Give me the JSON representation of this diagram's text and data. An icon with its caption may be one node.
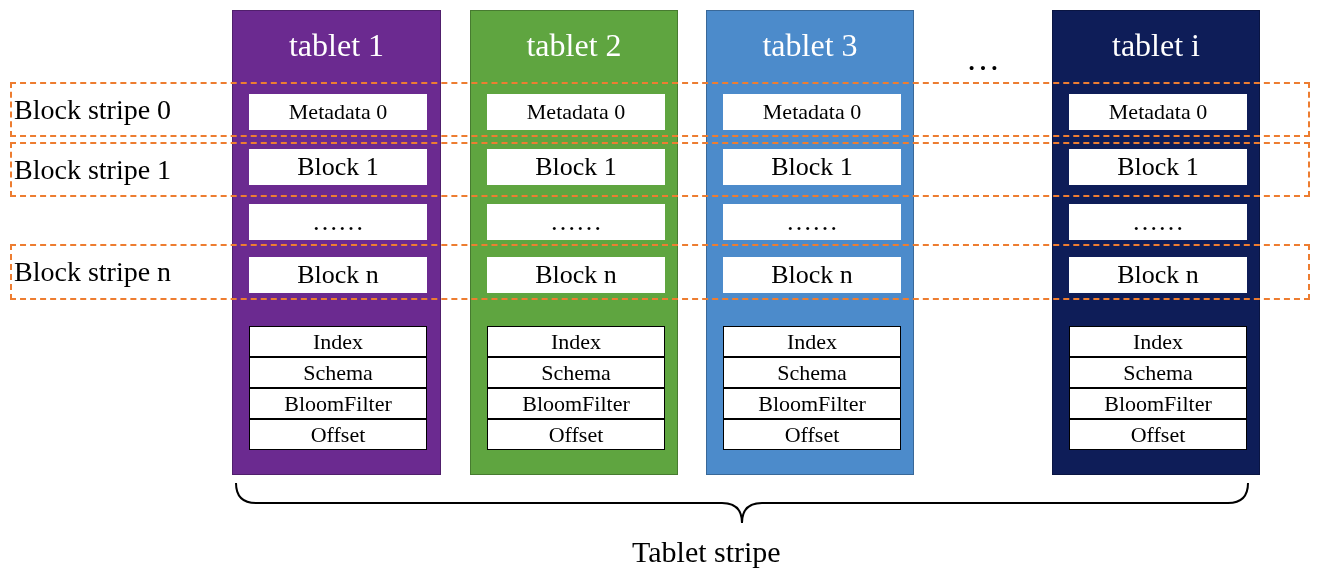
{
  "diagram": {
    "nodes": [
      {
        "text": [
          "tablet 1"
        ]
      },
      {
        "text": [
          "Metadata 0"
        ]
      },
      {
        "text": [
          "Block 1"
        ]
      },
      {
        "text": [
          "……"
        ],
        "in": 0
      },
      {
        "text": [
          "Block n"
        ]
      },
      {
        "text": [
          "Index"
        ],
        "in": 0
      },
      {
        "text": [
          "Schema"
        ],
        "in": 0
      },
      {
        "text": [
          "BloomFilter"
        ],
        "in": 0
      },
      {
        "text": [
          "Offset"
        ],
        "in": 0
      },
      {
        "text": [
          "tablet 2"
        ]
      },
      {
        "text": [
          "Metadata 0"
        ]
      },
      {
        "text": [
          "Block 1"
        ]
      },
      {
        "text": [
          "……"
        ],
        "in": 9
      },
      {
        "text": [
          "Block n"
        ]
      },
      {
        "text": [
          "Index"
        ],
        "in": 9
      },
      {
        "text": [
          "Schema"
        ],
        "in": 9
      },
      {
        "text": [
          "BloomFilter"
        ],
        "in": 9
      },
      {
        "text": [
          "Offset"
        ],
        "in": 9
      },
      {
        "text": [
          "tablet 3"
        ]
      },
      {
        "text": [
          "Metadata 0"
        ]
      },
      {
        "text": [
          "Block 1"
        ]
      },
      {
        "text": [
          "……"
        ],
        "in": 18
      },
      {
        "text": [
          "Block n"
        ]
      },
      {
        "text": [
          "Index"
        ],
        "in": 18
      },
      {
        "text": [
          "Schema"
        ],
        "in": 18
      },
      {
        "text": [
          "BloomFilter"
        ],
        "in": 18
      },
      {
        "text": [
          "Offset"
        ],
        "in": 18
      },
      {
        "text": [
          "tablet i"
        ]
      },
      {
        "text": [
          "Metadata 0"
        ]
      },
      {
        "text": [
          "Block 1"
        ]
      },
      {
        "text": [
          "……"
        ],
        "in": 27
      },
      {
        "text": [
          "Block n"
        ]
      },
      {
        "text": [
          "Index"
        ],
        "in": 27
      },
      {
        "text": [
          "Schema"
        ],
        "in": 27
      },
      {
        "text": [
          "BloomFilter"
        ],
        "in": 27
      },
      {
        "text": [
          "Offset"
        ],
        "in": 27
      },
      {
        "text": [
          "Block stripe 0"
        ]
      },
      {
        "text": [
          "Block stripe 1"
        ]
      },
      {
        "text": [
          "Block stripe n"
        ]
      }
    ],
    "labels": [
      "…",
      "Tablet stripe"
    ]
  }
}
